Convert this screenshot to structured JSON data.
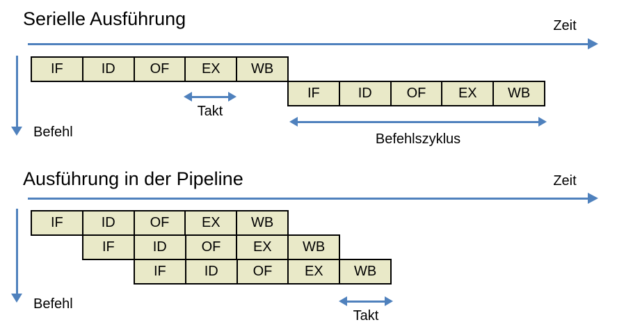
{
  "colors": {
    "accent_blue": "#4f81bd",
    "box_fill": "#e9e9c8",
    "box_border": "#000000",
    "background": "#ffffff"
  },
  "sections": [
    {
      "title": "Serielle Ausführung",
      "time_label": "Zeit",
      "instruction_axis_label": "Befehl",
      "clock_label": "Takt",
      "cycle_label": "Befehlszyklus",
      "rows": [
        {
          "cells": [
            "IF",
            "ID",
            "OF",
            "EX",
            "WB"
          ]
        },
        {
          "cells": [
            "IF",
            "ID",
            "OF",
            "EX",
            "WB"
          ]
        }
      ]
    },
    {
      "title": "Ausführung in der Pipeline",
      "time_label": "Zeit",
      "instruction_axis_label": "Befehl",
      "clock_label": "Takt",
      "rows": [
        {
          "cells": [
            "IF",
            "ID",
            "OF",
            "EX",
            "WB"
          ]
        },
        {
          "cells": [
            "IF",
            "ID",
            "OF",
            "EX",
            "WB"
          ]
        },
        {
          "cells": [
            "IF",
            "ID",
            "OF",
            "EX",
            "WB"
          ]
        }
      ]
    }
  ]
}
